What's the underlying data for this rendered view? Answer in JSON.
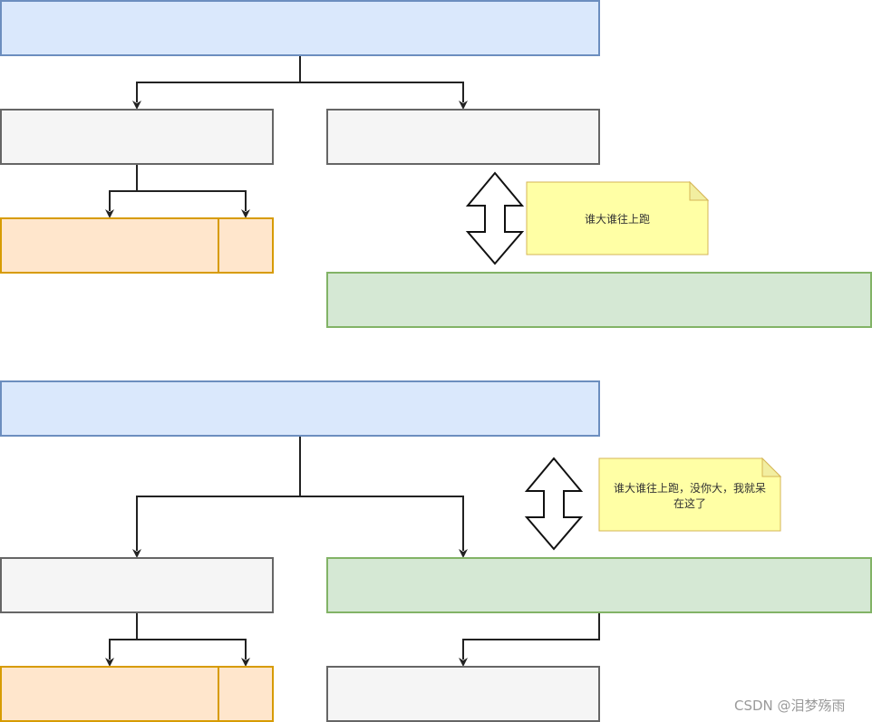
{
  "notes": {
    "top": {
      "line1": "谁大谁往上跑"
    },
    "bottom": {
      "line1": "谁大谁往上跑，没你大，我就呆",
      "line2": "在这了"
    }
  },
  "watermark": "CSDN @泪梦殇雨",
  "colors": {
    "blue_fill": "#dae8fc",
    "blue_stroke": "#6c8ebf",
    "gray_fill": "#f5f5f5",
    "gray_stroke": "#666666",
    "orange_fill": "#ffe6cc",
    "orange_stroke": "#d79b00",
    "green_fill": "#d5e8d4",
    "green_stroke": "#82b366",
    "note_fill": "#ffffa5",
    "note_stroke": "#d6b656"
  }
}
